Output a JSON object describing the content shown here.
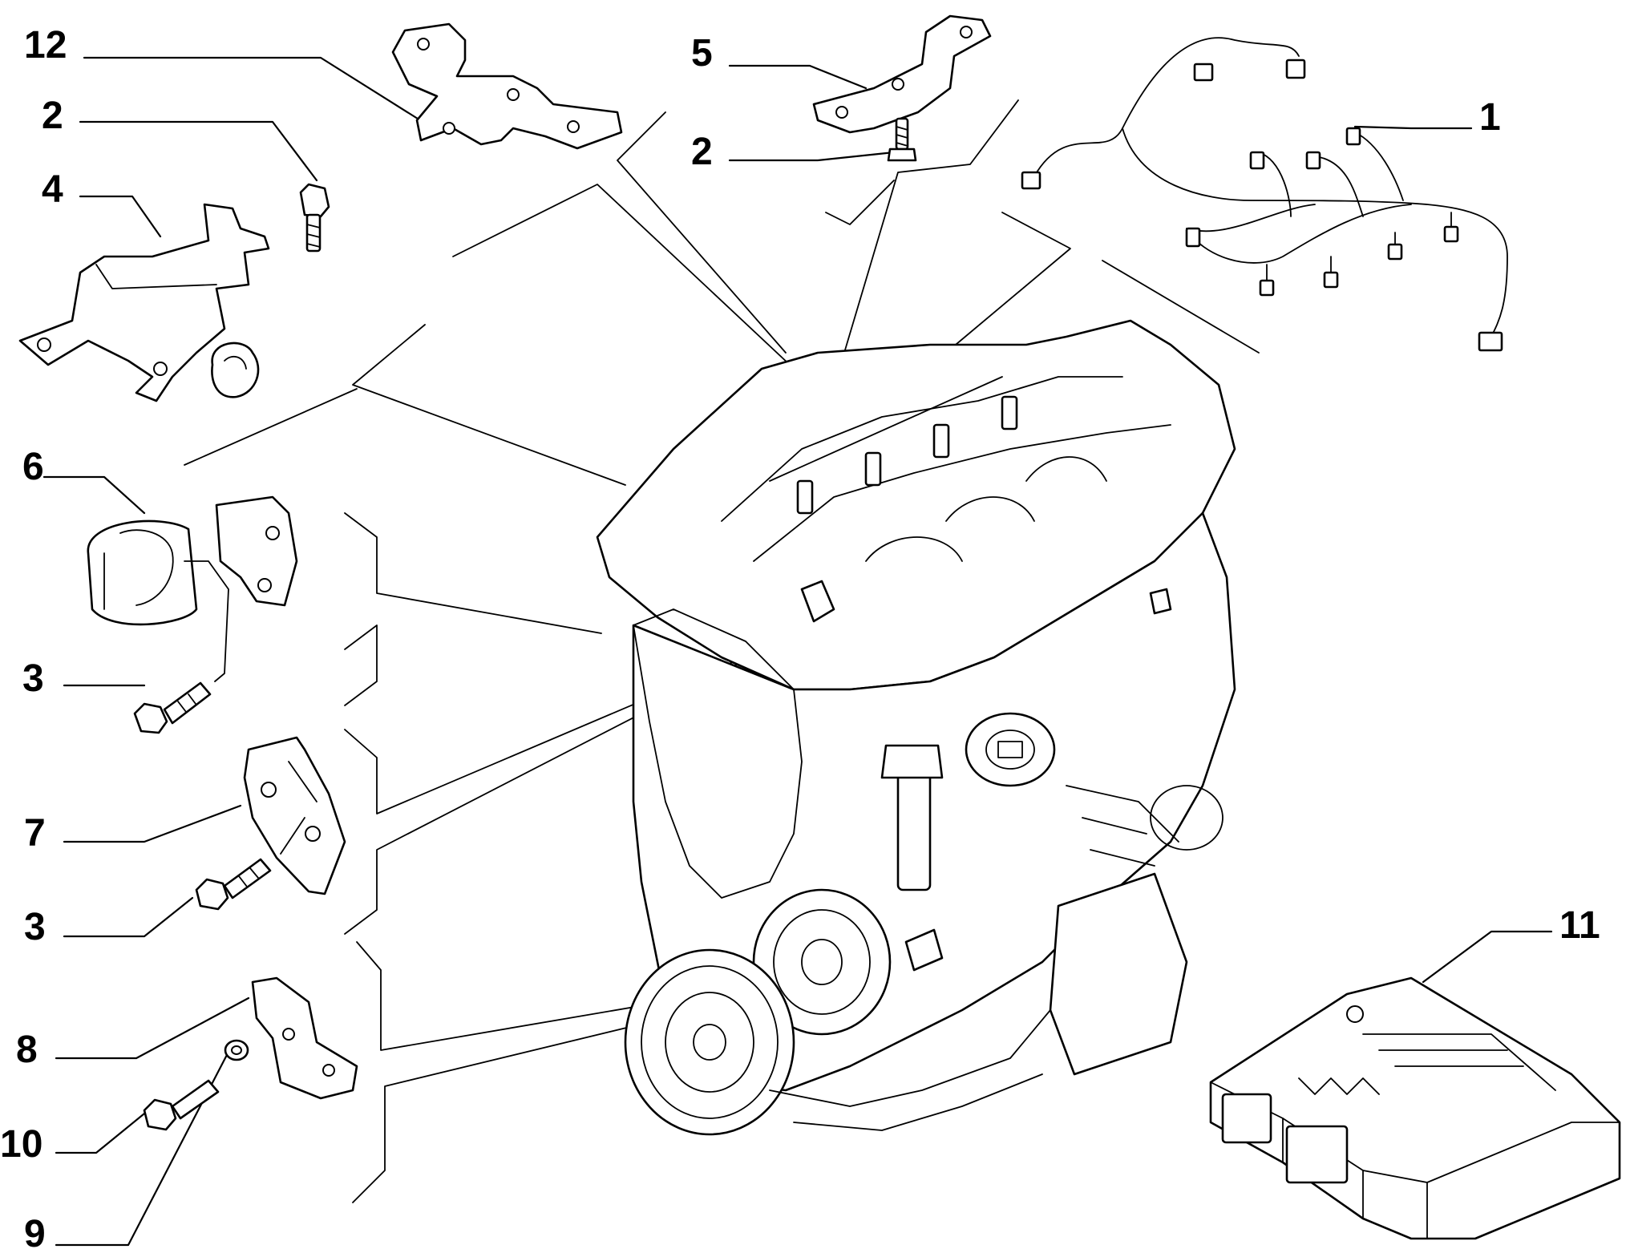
{
  "callouts": [
    {
      "id": "c12",
      "text": "12"
    },
    {
      "id": "c2a",
      "text": "2"
    },
    {
      "id": "c4",
      "text": "4"
    },
    {
      "id": "c6",
      "text": "6"
    },
    {
      "id": "c3a",
      "text": "3"
    },
    {
      "id": "c7",
      "text": "7"
    },
    {
      "id": "c3b",
      "text": "3"
    },
    {
      "id": "c8",
      "text": "8"
    },
    {
      "id": "c10",
      "text": "10"
    },
    {
      "id": "c9",
      "text": "9"
    },
    {
      "id": "c5",
      "text": "5"
    },
    {
      "id": "c2b",
      "text": "2"
    },
    {
      "id": "c1",
      "text": "1"
    },
    {
      "id": "c11",
      "text": "11"
    }
  ]
}
